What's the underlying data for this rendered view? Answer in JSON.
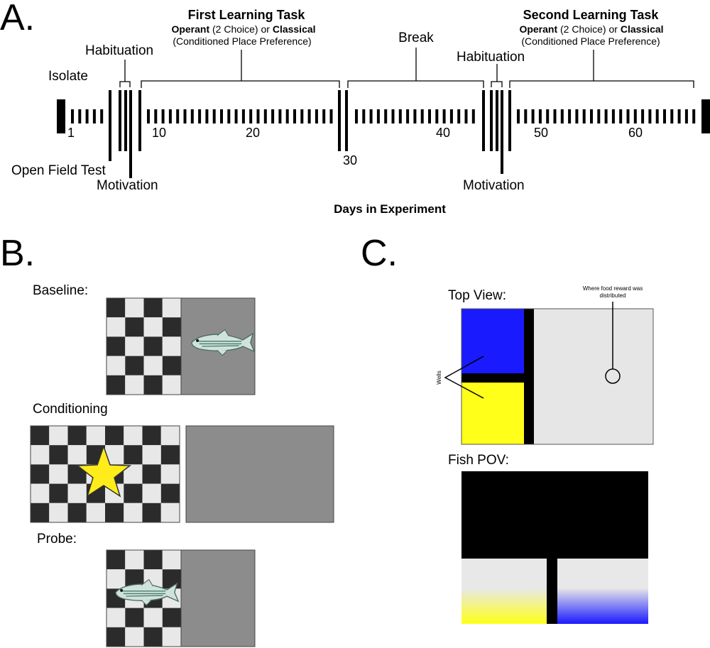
{
  "panel_a": {
    "label": "A.",
    "isolate": "Isolate",
    "habituation_1": "Habituation",
    "habituation_2": "Habituation",
    "open_field_test": "Open Field Test",
    "motivation_1": "Motivation",
    "motivation_2": "Motivation",
    "break_label": "Break",
    "first_task": {
      "title": "First Learning Task",
      "operant_bold": "Operant",
      "operant_rest": " (2 Choice) or ",
      "classical_bold": "Classical",
      "subtitle": "(Conditioned Place Preference)"
    },
    "second_task": {
      "title": "Second Learning Task",
      "operant_bold": "Operant",
      "operant_rest": " (2 Choice) or ",
      "classical_bold": "Classical",
      "subtitle": "(Conditioned Place Preference)"
    },
    "day_labels": [
      "1",
      "10",
      "20",
      "30",
      "40",
      "50",
      "60"
    ],
    "xlabel": "Days in Experiment"
  },
  "panel_b": {
    "label": "B.",
    "baseline": "Baseline:",
    "conditioning": "Conditioning",
    "probe": "Probe:"
  },
  "panel_c": {
    "label": "C.",
    "top_view": "Top View:",
    "food_note_line1": "Where food reward was",
    "food_note_line2": "distributed",
    "wells": "Wells",
    "fish_pov": "Fish POV:"
  },
  "colors": {
    "blue_well": "#1a1aff",
    "yellow_well": "#ffff1a",
    "arena_gray": "#e6e6e6",
    "dark_check": "#2b2b2b",
    "light_check": "#e8e8e8",
    "plain_gray": "#8c8c8c",
    "star": "#ffec1a"
  }
}
